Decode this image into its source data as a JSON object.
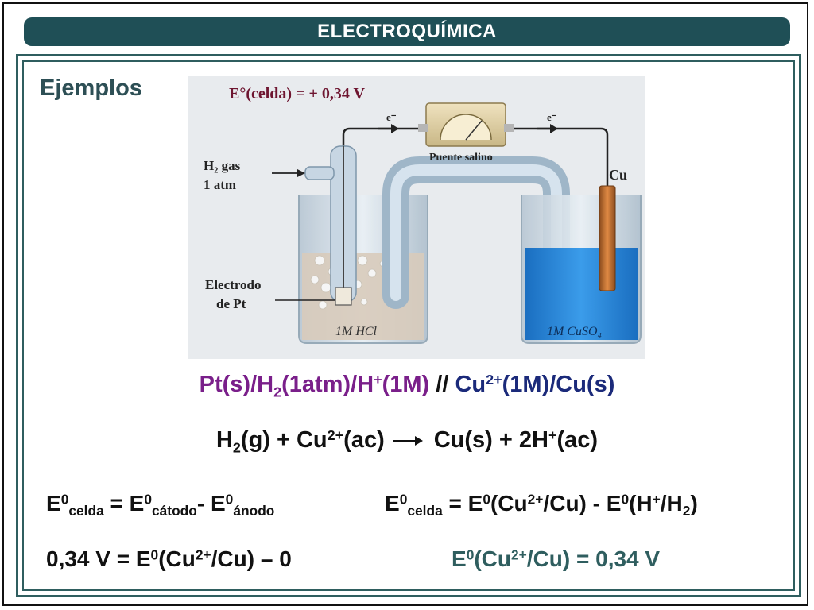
{
  "header": {
    "title": "ELECTROQUÍMICA"
  },
  "section": {
    "heading": "Ejemplos"
  },
  "figure": {
    "ecell_label": "E°(celda) = + 0,34 V",
    "salt_bridge_label": "Puente salino",
    "electron_label": "e⁻",
    "h2_label_line1": "H₂ gas",
    "h2_label_line2": "1 atm",
    "pt_label_line1": "Electrodo",
    "pt_label_line2": "de Pt",
    "cu_label": "Cu",
    "left_solution": "1M HCl",
    "right_solution": "1M CuSO₄",
    "colors": {
      "solution_blue": "#2a86d6",
      "copper": "#c87533",
      "background": "#e8ebee"
    }
  },
  "equations": {
    "cell_notation_left": {
      "a": "Pt(s)/H",
      "a_sub": "2",
      "b": "(1atm)/H",
      "b_sup": "+",
      "c": "(1M)"
    },
    "cell_notation_sep": " // ",
    "cell_notation_right": {
      "a": "Cu",
      "a_sup": "2+",
      "b": "(1M)/Cu(s)"
    },
    "reaction": {
      "lhs_a": "H",
      "lhs_a_sub": "2",
      "lhs_b": "(g) + Cu",
      "lhs_b_sup": "2+",
      "lhs_c": "(ac)",
      "rhs_a": "Cu(s) + 2H",
      "rhs_a_sup": "+",
      "rhs_b": "(ac)"
    },
    "e1": {
      "E": "E",
      "sup": "0",
      "sub1": "celda",
      "eq": " = E",
      "sub2": "cátodo",
      "minus": "- E",
      "sub3": "ánodo"
    },
    "e2": {
      "E": "E",
      "sup": "0",
      "sub1": "celda",
      "eq": " = E",
      "p1": "(Cu",
      "p1sup": "2+",
      "p2": "/Cu) - E",
      "p3": "(H",
      "p3sup": "+",
      "p4": "/H",
      "p4sub": "2",
      "p5": ")"
    },
    "e3": {
      "a": "0,34 V = E",
      "sup": "0",
      "b": "(Cu",
      "bsup": "2+",
      "c": "/Cu) – 0"
    },
    "e4": {
      "a": "E",
      "sup": "0",
      "b": "(Cu",
      "bsup": "2+",
      "c": "/Cu) = 0,34 V"
    }
  }
}
